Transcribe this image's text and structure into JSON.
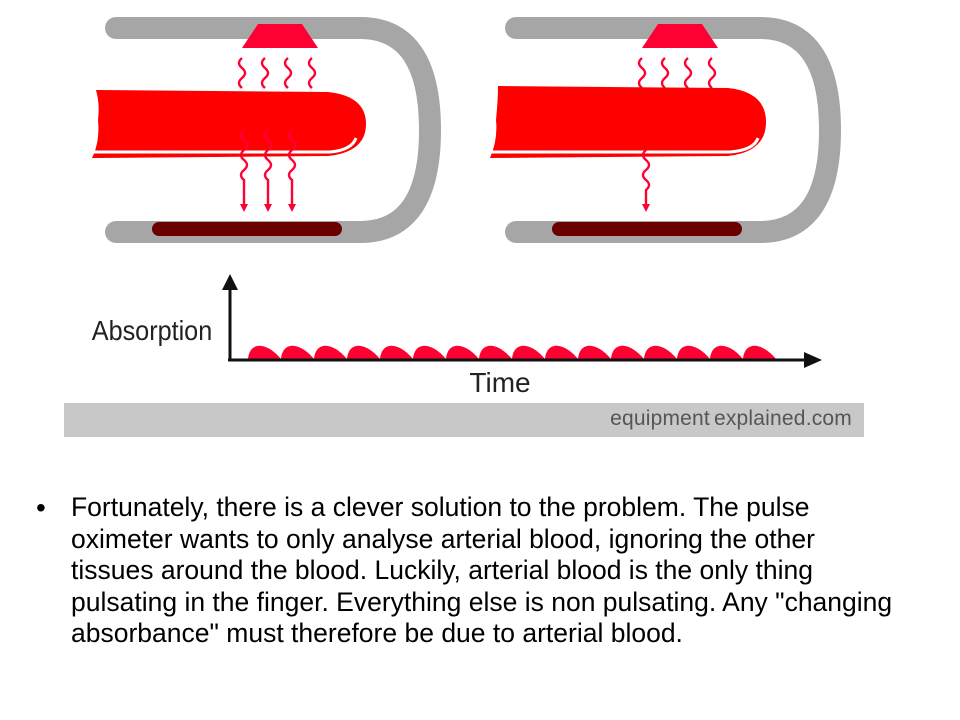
{
  "diagram": {
    "y_axis_label": "Absorption",
    "x_axis_label": "Time",
    "pulse_count": 16,
    "colors": {
      "probe_body": "#a6a6a6",
      "artery": "#ff0000",
      "light": "#ff0033",
      "detector": "#6b0000",
      "axis": "#111111"
    },
    "panels": [
      {
        "name": "before-pulse",
        "transmitted_arrows": 3
      },
      {
        "name": "during-pulse",
        "transmitted_arrows": 1
      }
    ]
  },
  "watermark": {
    "part1": "equipment",
    "part2": "explained",
    "part3": ".com"
  },
  "bullet": {
    "text": "Fortunately, there is a clever solution to the problem. The pulse oximeter wants to only analyse arterial blood, ignoring the other tissues around the blood. Luckily, arterial blood is the only thing pulsating in the finger. Everything else is non pulsating. Any \"changing absorbance\" must therefore be due to arterial blood."
  }
}
